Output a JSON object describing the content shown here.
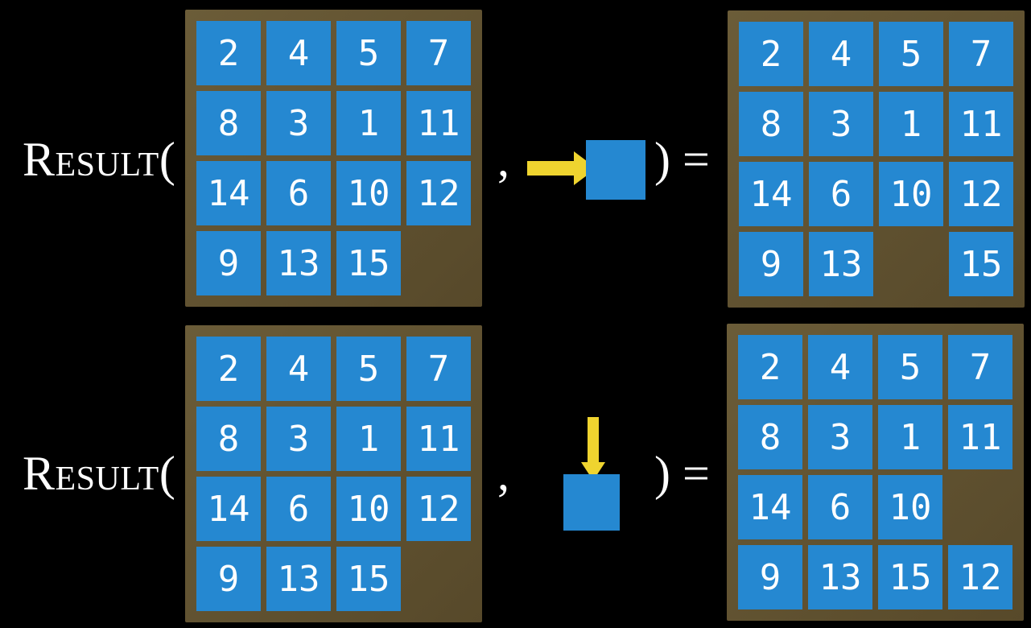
{
  "colors": {
    "background": "#000000",
    "board_light": "#6B5C38",
    "board_dark": "#57492A",
    "tile": "#2588D1",
    "tile_number": "#FFFFFF",
    "arrow": "#EFD42F",
    "text": "#FFFFFF"
  },
  "rows": [
    {
      "function_label": "Result(",
      "comma": ",",
      "close_label": ") =",
      "action": {
        "icon": "arrow-right-into-blank-square",
        "direction": "right"
      },
      "input_grid": [
        [
          2,
          4,
          5,
          7
        ],
        [
          8,
          3,
          1,
          11
        ],
        [
          14,
          6,
          10,
          12
        ],
        [
          9,
          13,
          15,
          null
        ]
      ],
      "output_grid": [
        [
          2,
          4,
          5,
          7
        ],
        [
          8,
          3,
          1,
          11
        ],
        [
          14,
          6,
          10,
          12
        ],
        [
          9,
          13,
          null,
          15
        ]
      ]
    },
    {
      "function_label": "Result(",
      "comma": ",",
      "close_label": ") =",
      "action": {
        "icon": "arrow-down-into-blank-square",
        "direction": "down"
      },
      "input_grid": [
        [
          2,
          4,
          5,
          7
        ],
        [
          8,
          3,
          1,
          11
        ],
        [
          14,
          6,
          10,
          12
        ],
        [
          9,
          13,
          15,
          null
        ]
      ],
      "output_grid": [
        [
          2,
          4,
          5,
          7
        ],
        [
          8,
          3,
          1,
          11
        ],
        [
          14,
          6,
          10,
          null
        ],
        [
          9,
          13,
          15,
          12
        ]
      ]
    }
  ]
}
